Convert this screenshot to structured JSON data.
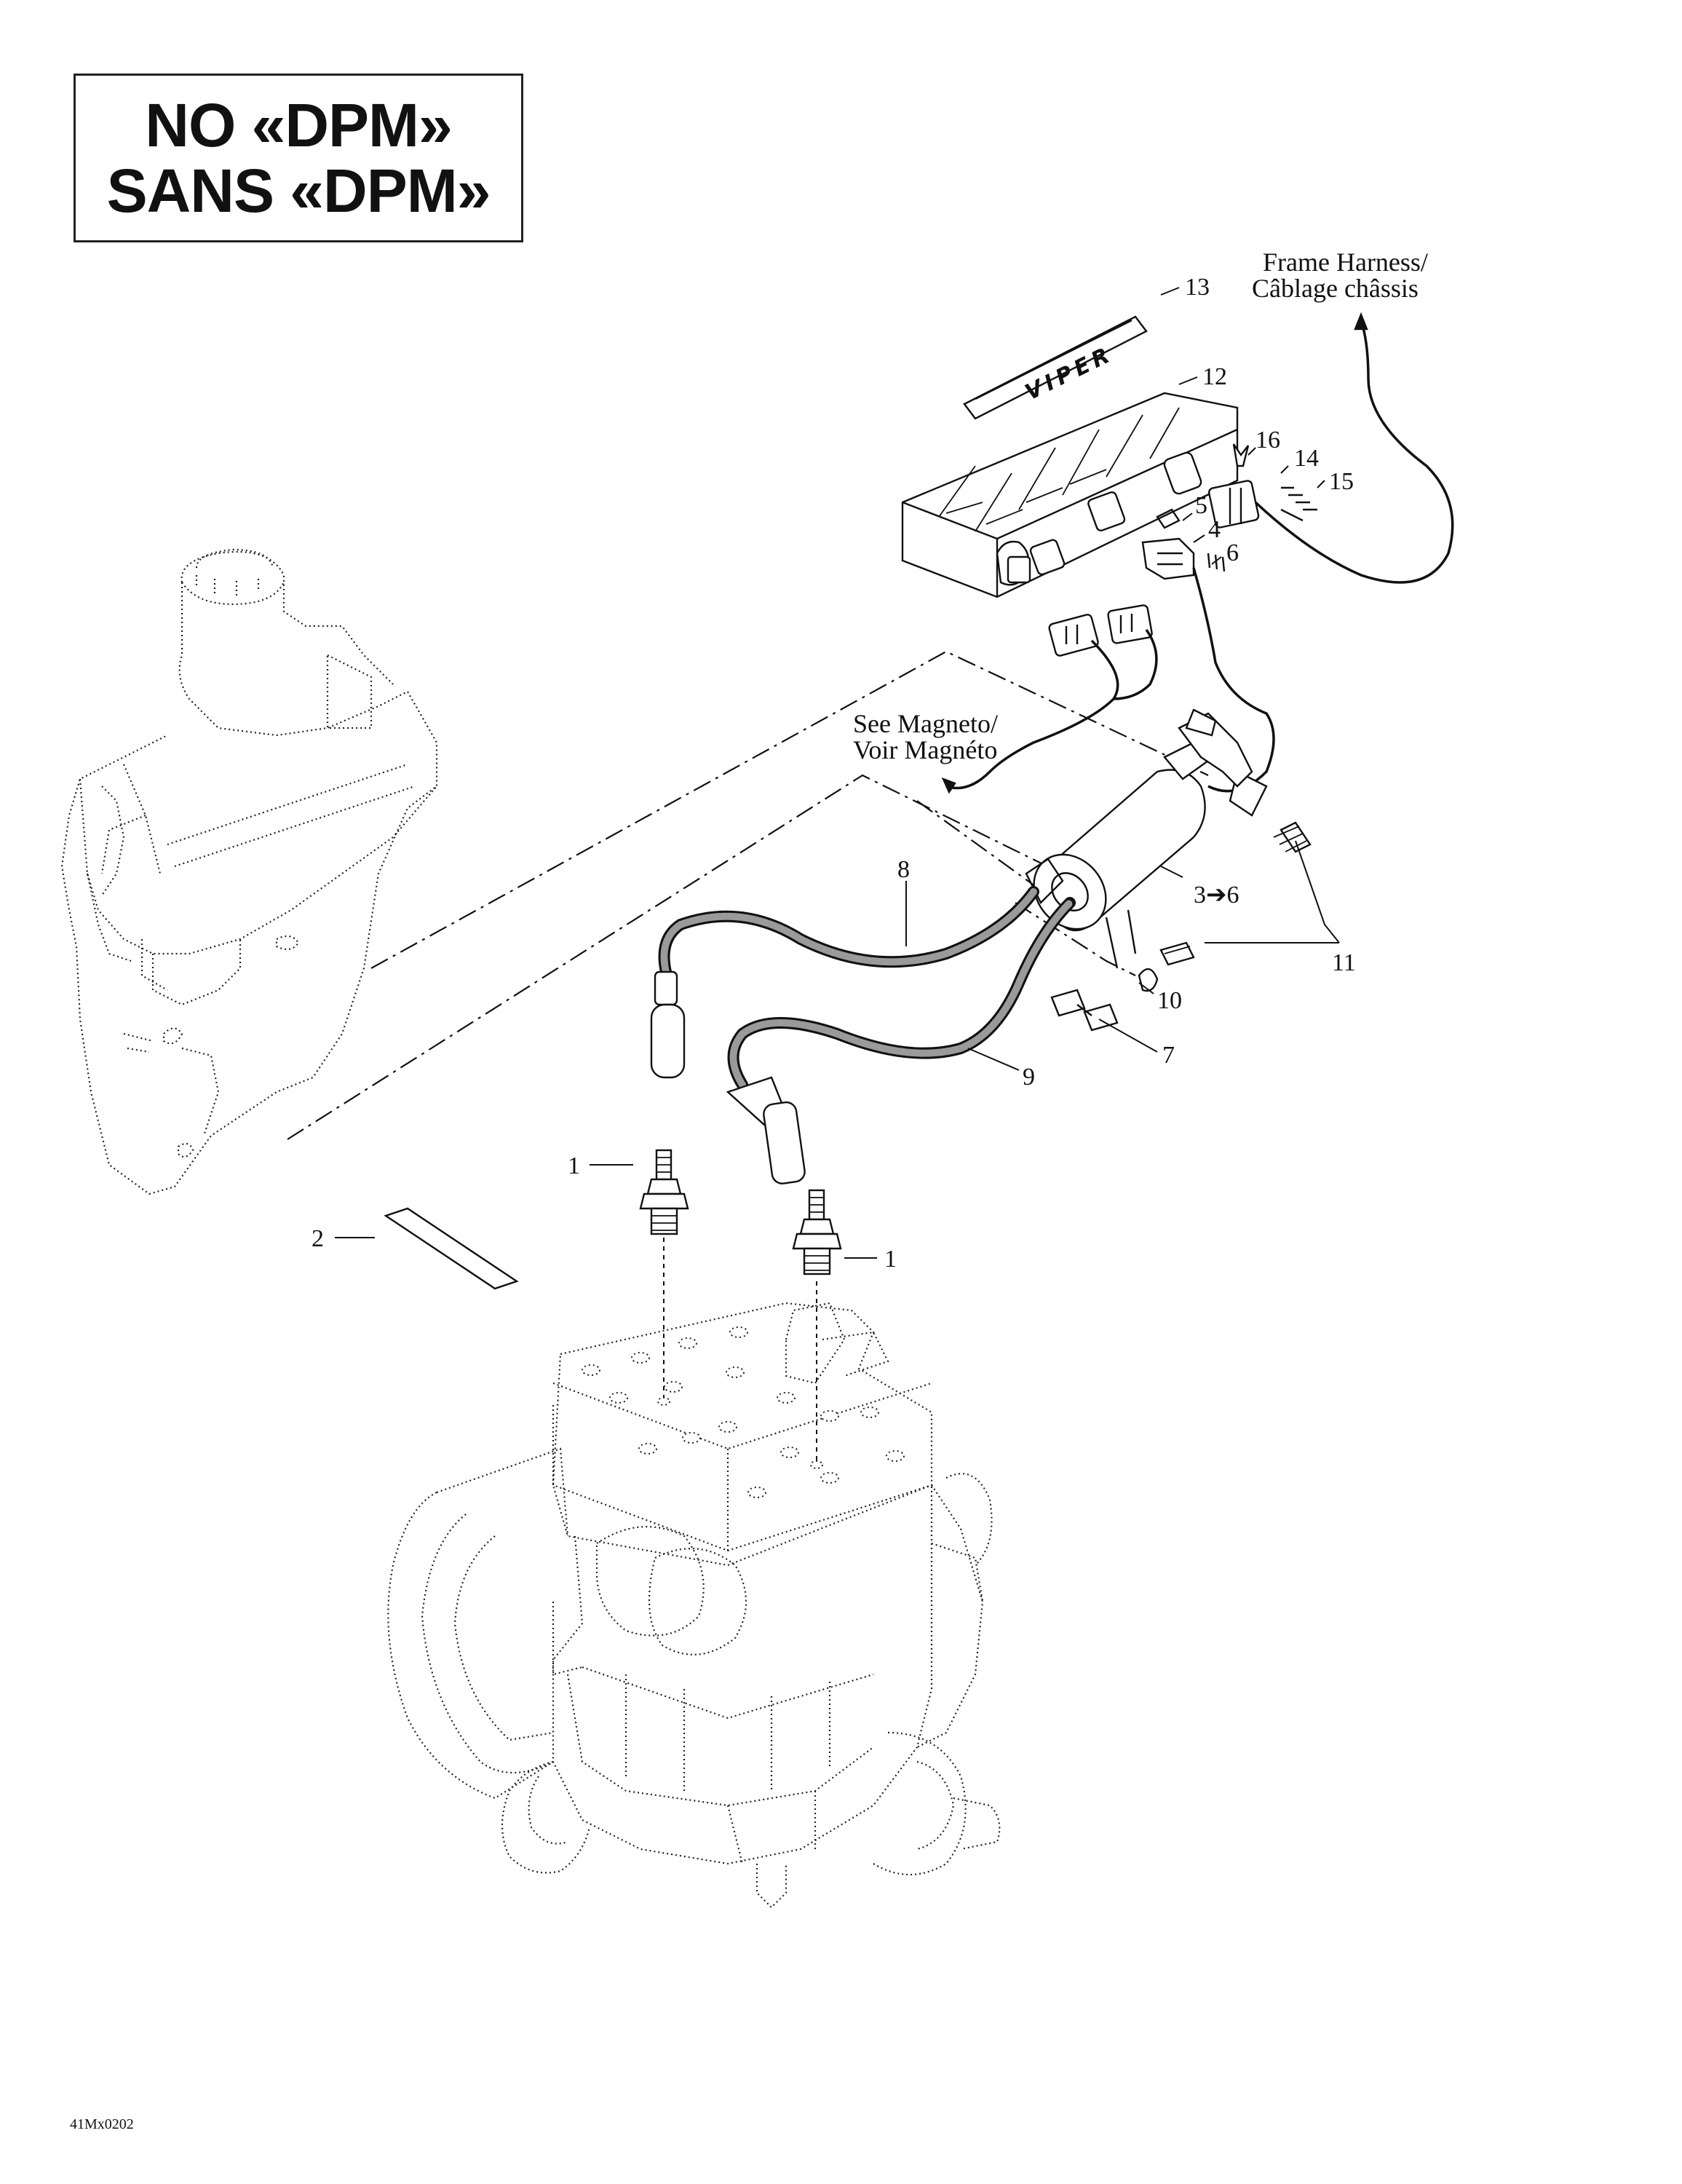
{
  "header": {
    "line1": "NO «DPM»",
    "line2": "SANS «DPM»"
  },
  "notes": {
    "frame_harness_line1": "Frame Harness/",
    "frame_harness_line2": "Câblage châssis",
    "see_magneto_line1": "See Magneto/",
    "see_magneto_line2": "Voir Magnéto"
  },
  "callouts": {
    "c1a": "1",
    "c1b": "1",
    "c2": "2",
    "c3to6": "3➔6",
    "c4": "4",
    "c5": "5",
    "c6": "6",
    "c7": "7",
    "c8": "8",
    "c9": "9",
    "c10": "10",
    "c11": "11",
    "c12": "12",
    "c13": "13",
    "c14": "14",
    "c15": "15",
    "c16": "16"
  },
  "decal_text": "VIPER",
  "footer": {
    "drawing_code": "41Mx0202"
  }
}
